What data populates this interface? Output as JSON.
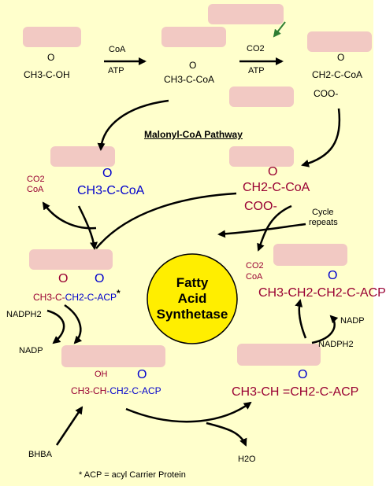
{
  "title": "Malonyl-CoA Pathway",
  "enzyme": {
    "line1": "Fatty",
    "line2": "Acid",
    "line3": "Synthetase"
  },
  "footnote": "* ACP = acyl Carrier Protein",
  "cycle_label": {
    "line1": "Cycle",
    "line2": "repeats"
  },
  "step1": {
    "coa": "CoA",
    "atp": "ATP"
  },
  "step2": {
    "co2": "CO2",
    "atp": "ATP"
  },
  "cofactors": {
    "nadph2_left": "NADPH2",
    "nadp_left": "NADP",
    "nadp_right": "NADP",
    "nadph2_right": "NADPH2",
    "bhba": "BHBA",
    "h2o": "H2O",
    "co2_a": "CO2",
    "coa_a": "CoA",
    "co2_b": "CO2",
    "coa_b": "CoA"
  },
  "molecules": {
    "acetic_acid": "CH3-C-OH",
    "acetyl_coa": "CH3-C-CoA",
    "malonyl_top": {
      "main": "CH2-C-CoA",
      "coo": "COO-"
    },
    "acetyl_coa_blue": "CH3-C-CoA",
    "malonyl_mid": {
      "main": "CH2-C-CoA",
      "coo": "COO-"
    },
    "acetoacetyl_acp": {
      "p1": "CH3-C-",
      "p2": "CH2-C-ACP",
      "star": "*"
    },
    "hydroxybutyryl_acp": {
      "oh": "OH",
      "p1": "CH3-CH",
      "p2": "-CH2-C-ACP"
    },
    "crotonyl_acp": {
      "p1": "CH3-CH =CH2-C-ACP"
    },
    "butyryl_acp": {
      "p1": "CH3-CH2-CH2-C-ACP"
    },
    "carbonyl_o": "O"
  },
  "colors": {
    "background": "#ffffcc",
    "label_box": "#f2c9c3",
    "enzyme_circle": "#ffee00",
    "magenta": "#990033",
    "blue": "#0000cc",
    "green_arrow": "#2e7d32"
  }
}
